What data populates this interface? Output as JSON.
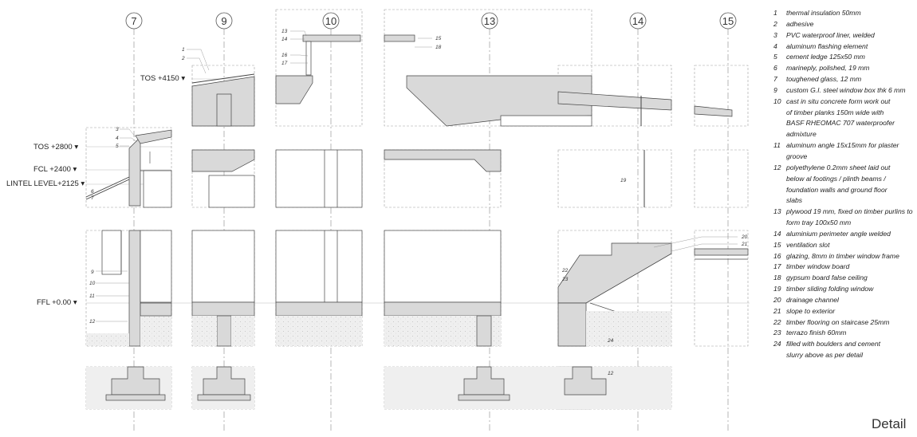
{
  "grid_axes": [
    "7",
    "9",
    "10",
    "13",
    "14",
    "15"
  ],
  "levels": {
    "tos_4150": "TOS +4150",
    "tos_2800": "TOS +2800",
    "fcl_2400": "FCL +2400",
    "lintel": "LINTEL LEVEL+2125",
    "ffl": "FFL +0.00"
  },
  "legend": [
    {
      "num": "1",
      "text": "thermal insulation 50mm"
    },
    {
      "num": "2",
      "text": "adhesive"
    },
    {
      "num": "3",
      "text": "PVC waterproof liner, welded"
    },
    {
      "num": "4",
      "text": "aluminum flashing element"
    },
    {
      "num": "5",
      "text": "cement ledge 125x50 mm"
    },
    {
      "num": "6",
      "text": "marineply, polished, 19 mm"
    },
    {
      "num": "7",
      "text": "toughened glass, 12 mm"
    },
    {
      "num": "9",
      "text": "custom G.I. steel window box thk 6 mm"
    },
    {
      "num": "10",
      "text": "cast in situ concrete form work out"
    },
    {
      "num": "",
      "text": "of timber planks 150m wide with"
    },
    {
      "num": "",
      "text": "BASF RHEOMAC 707 waterproofer"
    },
    {
      "num": "",
      "text": "admixture"
    },
    {
      "num": "11",
      "text": "aluminum angle 15x15mm for plaster"
    },
    {
      "num": "",
      "text": "groove"
    },
    {
      "num": "12",
      "text": "polyethylene 0.2mm sheet laid out"
    },
    {
      "num": "",
      "text": "below al footings / plinth beams /"
    },
    {
      "num": "",
      "text": "foundation walls and ground floor"
    },
    {
      "num": "",
      "text": "slabs"
    },
    {
      "num": "13",
      "text": "plywood 19 mm, fixed on timber purlins to"
    },
    {
      "num": "",
      "text": "form tray 100x50 mm"
    },
    {
      "num": "14",
      "text": "aluminium perimeter angle welded"
    },
    {
      "num": "15",
      "text": "ventilation slot"
    },
    {
      "num": "16",
      "text": "glazing, 8mm in timber window frame"
    },
    {
      "num": "17",
      "text": "timber window board"
    },
    {
      "num": "18",
      "text": "gypsum board false ceiling"
    },
    {
      "num": "19",
      "text": "timber sliding folding window"
    },
    {
      "num": "20",
      "text": "drainage channel"
    },
    {
      "num": "21",
      "text": "slope to exterior"
    },
    {
      "num": "22",
      "text": "timber flooring on staircase 25mm"
    },
    {
      "num": "23",
      "text": "terrazo finish 60mm"
    },
    {
      "num": "24",
      "text": "filled with boulders and cement"
    },
    {
      "num": "",
      "text": "slurry above as per detail"
    }
  ],
  "callouts": {
    "c1": "1",
    "c2": "2",
    "c3": "3",
    "c4": "4",
    "c5": "5",
    "c6": "6",
    "c7": "7",
    "c9": "9",
    "c10": "10",
    "c11": "11",
    "c12": "12",
    "c12b": "12",
    "c13": "13",
    "c14": "14",
    "c15": "15",
    "c16": "16",
    "c17": "17",
    "c18": "18",
    "c19": "19",
    "c20": "20",
    "c21": "21",
    "c22": "22",
    "c23": "23",
    "c24": "24"
  },
  "title": "Detail",
  "colors": {
    "concrete": "#d9d9d9",
    "line": "#444444",
    "dash": "#9a9a9a",
    "hatch": "#ececec"
  }
}
